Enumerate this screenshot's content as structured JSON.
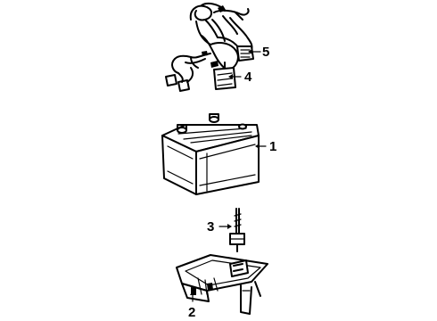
{
  "diagram": {
    "callouts": [
      {
        "id": "1",
        "label": "1"
      },
      {
        "id": "2",
        "label": "2"
      },
      {
        "id": "3",
        "label": "3"
      },
      {
        "id": "4",
        "label": "4"
      },
      {
        "id": "5",
        "label": "5"
      }
    ],
    "parts": {
      "wiring_harness": {
        "icon": "wiring-harness-icon"
      },
      "battery": {
        "icon": "battery-icon"
      },
      "hold_down_bolt": {
        "icon": "hold-down-bolt-icon"
      },
      "battery_tray": {
        "icon": "battery-tray-icon"
      }
    },
    "colors": {
      "line": "#000000",
      "background": "#ffffff"
    }
  }
}
